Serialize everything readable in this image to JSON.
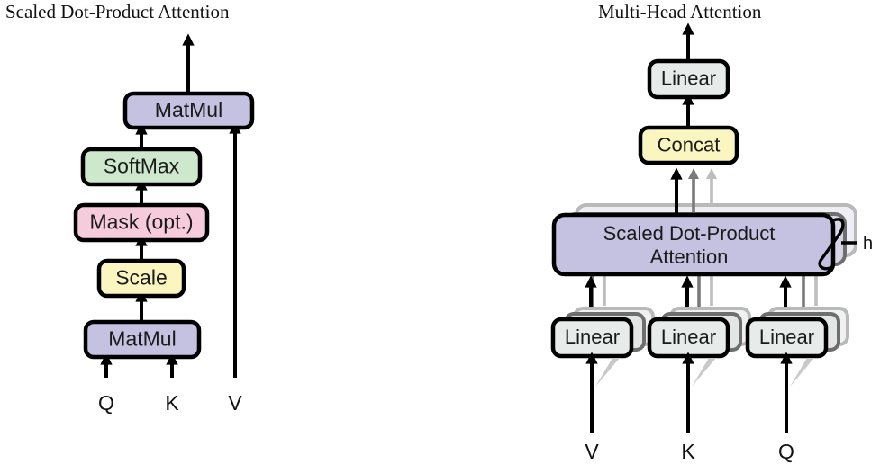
{
  "figure": {
    "left_panel": {
      "title": "Scaled Dot-Product Attention",
      "nodes": [
        {
          "id": "matmul-top",
          "label": "MatMul",
          "color": "#c5c1e0"
        },
        {
          "id": "softmax",
          "label": "SoftMax",
          "color": "#cde8cd"
        },
        {
          "id": "mask",
          "label": "Mask (opt.)",
          "color": "#f6ccdd"
        },
        {
          "id": "scale",
          "label": "Scale",
          "color": "#fbf5c0"
        },
        {
          "id": "matmul-bottom",
          "label": "MatMul",
          "color": "#c5c1e0"
        }
      ],
      "inputs": [
        {
          "id": "q",
          "label": "Q"
        },
        {
          "id": "k",
          "label": "K"
        },
        {
          "id": "v",
          "label": "V"
        }
      ]
    },
    "right_panel": {
      "title": "Multi-Head Attention",
      "nodes": [
        {
          "id": "linear-out",
          "label": "Linear",
          "color": "#e7ecea"
        },
        {
          "id": "concat",
          "label": "Concat",
          "color": "#fbf5c0"
        },
        {
          "id": "sdpa",
          "label": "Scaled Dot-Product Attention",
          "line1": "Scaled Dot-Product",
          "line2": "Attention",
          "color": "#c5c1e0"
        },
        {
          "id": "linear-v",
          "label": "Linear",
          "color": "#e7ecea"
        },
        {
          "id": "linear-k",
          "label": "Linear",
          "color": "#e7ecea"
        },
        {
          "id": "linear-q",
          "label": "Linear",
          "color": "#e7ecea"
        }
      ],
      "heads_label": "h",
      "inputs": [
        {
          "id": "v",
          "label": "V"
        },
        {
          "id": "k",
          "label": "K"
        },
        {
          "id": "q",
          "label": "Q"
        }
      ]
    },
    "colors": {
      "purple": "#c5c1e0",
      "green": "#cde8cd",
      "pink": "#f6ccdd",
      "yellow": "#fbf5c0",
      "gray": "#e7ecea",
      "stroke": "#000000",
      "ghost_mid": "#7a7a7a",
      "ghost_light": "#bdbdbd",
      "background": "#ffffff"
    }
  }
}
